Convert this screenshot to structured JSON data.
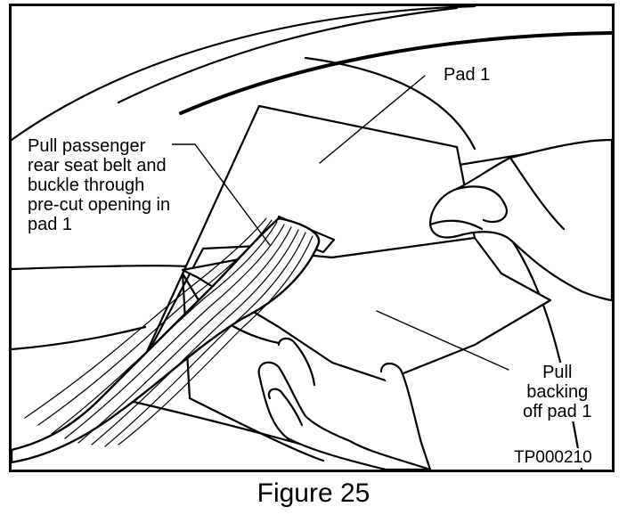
{
  "callouts": {
    "pad1": "Pad 1",
    "pull_passenger": [
      "Pull passenger",
      "rear seat belt and",
      "buckle through",
      "pre-cut opening in",
      "pad 1"
    ],
    "pull_backing": [
      "Pull",
      "backing",
      "off pad 1"
    ]
  },
  "reference_code": "TP000210",
  "caption": "Figure 25"
}
